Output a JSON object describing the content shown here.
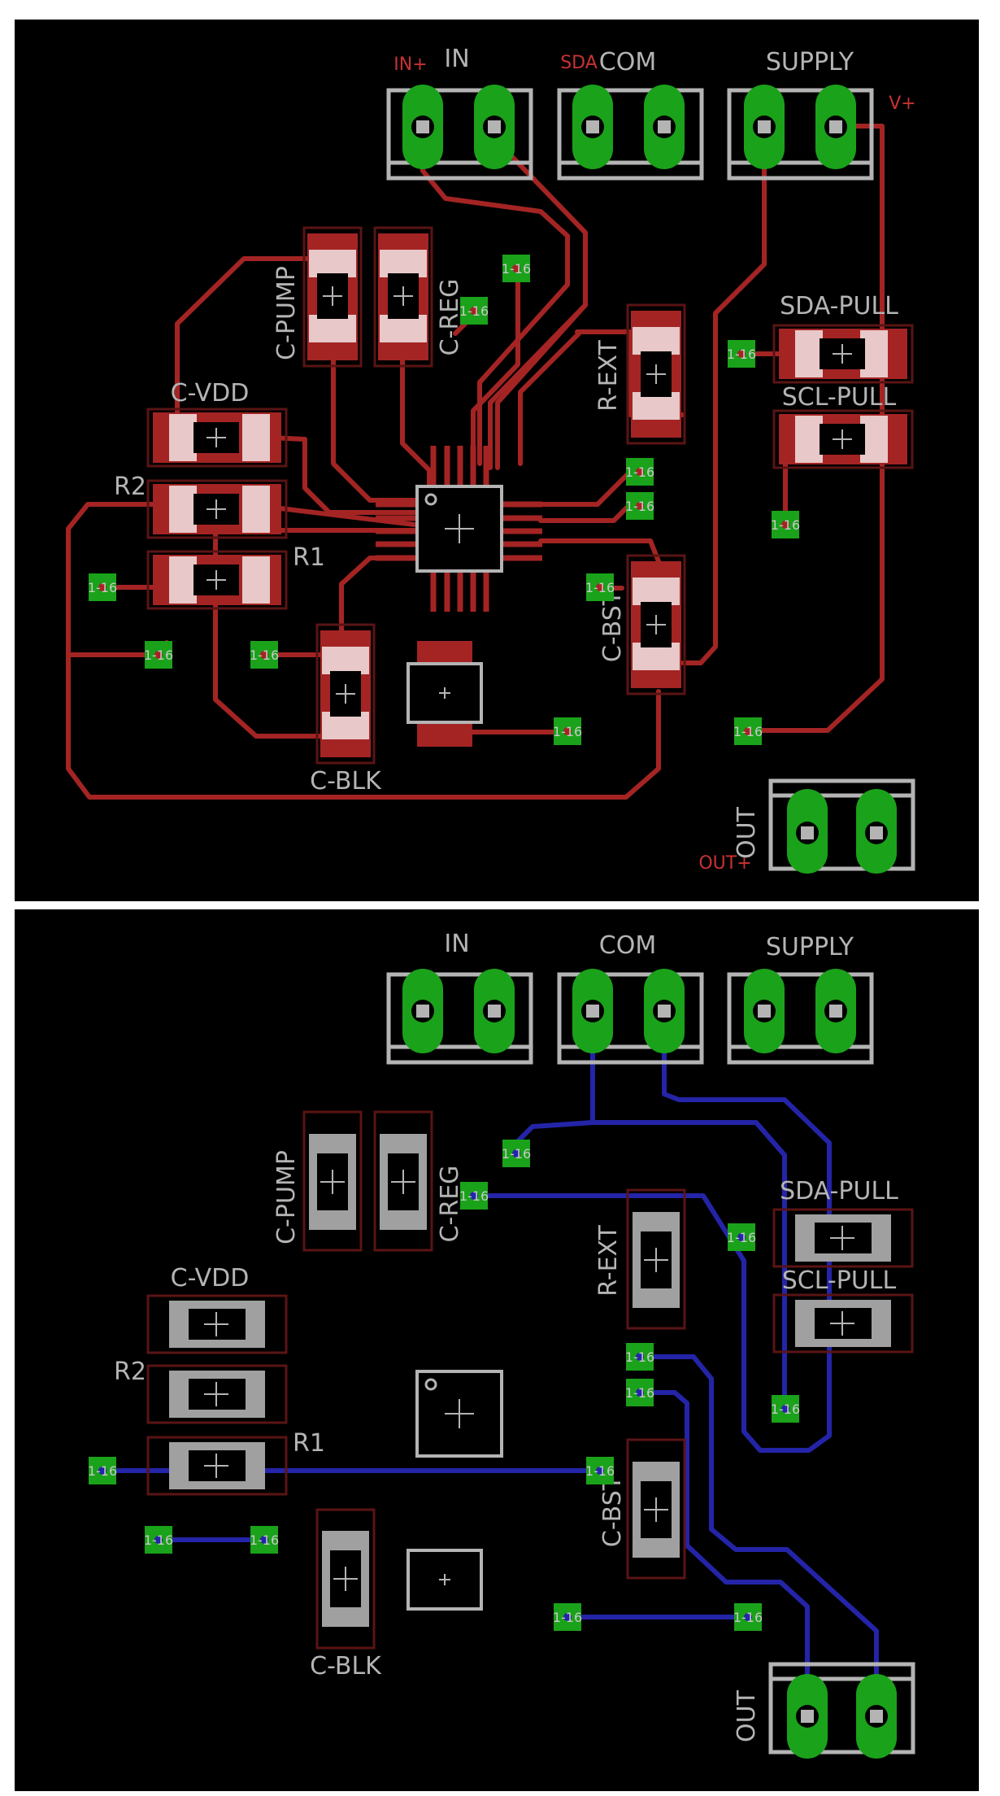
{
  "colors": {
    "background": "#000000",
    "top_trace": "#a42424",
    "bottom_trace": "#2424a8",
    "pad_copper": "#1aa21a",
    "via": "#1aa21a",
    "outline": "#b4b4b4",
    "label": "#b4b4b4",
    "net_label": "#c83232",
    "smd_top": "#a42424",
    "smd_bottom": "#a0a0a0"
  },
  "top_layer": {
    "connectors": [
      {
        "name": "IN",
        "net": "IN+"
      },
      {
        "name": "COM",
        "net": "SDA"
      },
      {
        "name": "SUPPLY",
        "net": "V+"
      },
      {
        "name": "OUT",
        "net": "OUT+"
      }
    ],
    "components": [
      {
        "name": "C-PUMP"
      },
      {
        "name": "C-REG"
      },
      {
        "name": "R-EXT"
      },
      {
        "name": "SDA-PULL"
      },
      {
        "name": "SCL-PULL"
      },
      {
        "name": "C-VDD"
      },
      {
        "name": "R2"
      },
      {
        "name": "R1"
      },
      {
        "name": "C-BST"
      },
      {
        "name": "C-BLK"
      }
    ],
    "via_label": "1-16"
  },
  "bottom_layer": {
    "connectors": [
      {
        "name": "IN"
      },
      {
        "name": "COM"
      },
      {
        "name": "SUPPLY"
      },
      {
        "name": "OUT"
      }
    ],
    "components": [
      {
        "name": "C-PUMP"
      },
      {
        "name": "C-REG"
      },
      {
        "name": "R-EXT"
      },
      {
        "name": "SDA-PULL"
      },
      {
        "name": "SCL-PULL"
      },
      {
        "name": "C-VDD"
      },
      {
        "name": "R2"
      },
      {
        "name": "R1"
      },
      {
        "name": "C-BST"
      },
      {
        "name": "C-BLK"
      }
    ],
    "via_label": "1-16"
  }
}
